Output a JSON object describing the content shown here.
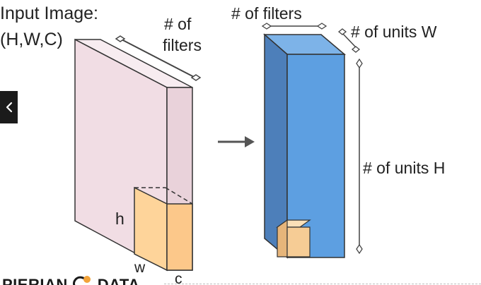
{
  "labels": {
    "input_line1": "Input Image:",
    "input_line2": "(H,W,C)",
    "filters_left_line1": "# of",
    "filters_left_line2": "filters",
    "h": "h",
    "w": "w",
    "c": "c",
    "filters_top": "# of filters",
    "units_w": "# of units W",
    "units_h": "# of units H"
  },
  "brand": {
    "left": "PIERIAN",
    "right": "DATA"
  },
  "icons": {
    "nav_prev": "chevron-left-icon",
    "arrow": "arrow-right-icon"
  },
  "colors": {
    "input_front": "#f1dde4",
    "input_top": "#f7ecf0",
    "input_side": "#e9d2da",
    "patch": "#fed49a",
    "output_front": "#5d9fe1",
    "output_side": "#4d7fba",
    "output_top": "#7db3e8",
    "small_cube": "#f6cc95",
    "accent_orange": "#f2a33a"
  }
}
